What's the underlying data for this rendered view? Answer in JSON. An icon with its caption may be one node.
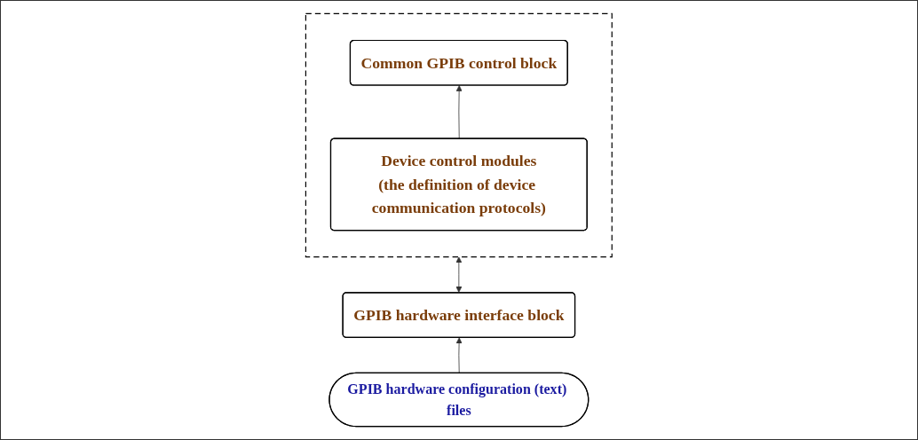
{
  "diagram": {
    "nodes": [
      {
        "text": [
          "GPIB hardware interface block"
        ]
      },
      {
        "text": [],
        "shape": "box"
      },
      {
        "text": [
          "Common GPIB control block"
        ],
        "in": 1
      },
      {
        "text": [
          "Device control modules",
          "(the definition of device communication protocols)"
        ],
        "in": 1
      },
      {
        "text": [
          "GPIB hardware configuration (text) files"
        ]
      }
    ],
    "edges": [
      {
        "from": 0,
        "to": 1,
        "arrow": "both"
      },
      {
        "from": 4,
        "to": 0,
        "arrow": "to"
      },
      {
        "from": 3,
        "to": 2,
        "arrow": "to"
      }
    ]
  }
}
